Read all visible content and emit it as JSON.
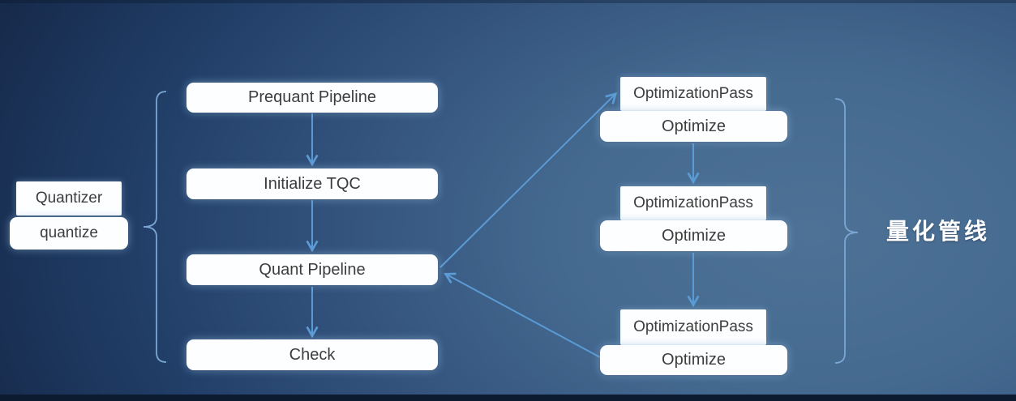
{
  "slide": {
    "left_class": {
      "title": "Quantizer",
      "method": "quantize"
    },
    "pipeline_steps": [
      "Prequant Pipeline",
      "Initialize TQC",
      "Quant Pipeline",
      "Check"
    ],
    "optimization_passes": [
      {
        "title": "OptimizationPass",
        "method": "Optimize"
      },
      {
        "title": "OptimizationPass",
        "method": "Optimize"
      },
      {
        "title": "OptimizationPass",
        "method": "Optimize"
      }
    ],
    "right_bracket_label": "量化管线"
  },
  "icons": {
    "cursor": "mouse-pointer-icon"
  },
  "colors": {
    "background_dark": "#16294a",
    "background_light": "#4e7296",
    "arrow": "#5b9bd5",
    "bracket": "#7aa7d4",
    "box_background": "#ffffff",
    "box_text": "#3d3d3d",
    "label_text": "#ffffff"
  }
}
